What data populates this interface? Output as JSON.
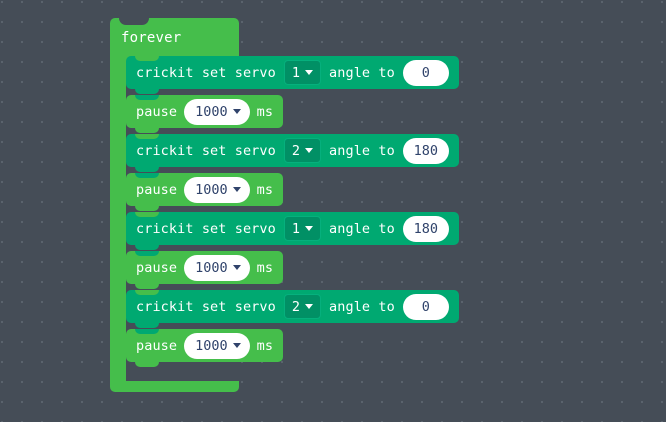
{
  "editor": {
    "name": "makecode-blocks-canvas",
    "background_color": "#454d57",
    "grid_dot_color": "#5c656f"
  },
  "colors": {
    "loop_block": "#45be4b",
    "crickit_block": "#00a971",
    "dropdown_field": "#019065",
    "value_text": "#30436b",
    "label_text": "#ffffff"
  },
  "program": {
    "loop": {
      "label": "forever",
      "statements": [
        {
          "type": "crickit-set-servo",
          "label_prefix": "crickit set servo",
          "servo": "1",
          "label_middle": "angle to",
          "angle": "0",
          "caret_icon": "chevron-down-icon"
        },
        {
          "type": "pause",
          "label_prefix": "pause",
          "duration": "1000",
          "label_suffix": "ms",
          "caret_icon": "chevron-down-icon"
        },
        {
          "type": "crickit-set-servo",
          "label_prefix": "crickit set servo",
          "servo": "2",
          "label_middle": "angle to",
          "angle": "180",
          "caret_icon": "chevron-down-icon"
        },
        {
          "type": "pause",
          "label_prefix": "pause",
          "duration": "1000",
          "label_suffix": "ms",
          "caret_icon": "chevron-down-icon"
        },
        {
          "type": "crickit-set-servo",
          "label_prefix": "crickit set servo",
          "servo": "1",
          "label_middle": "angle to",
          "angle": "180",
          "caret_icon": "chevron-down-icon"
        },
        {
          "type": "pause",
          "label_prefix": "pause",
          "duration": "1000",
          "label_suffix": "ms",
          "caret_icon": "chevron-down-icon"
        },
        {
          "type": "crickit-set-servo",
          "label_prefix": "crickit set servo",
          "servo": "2",
          "label_middle": "angle to",
          "angle": "0",
          "caret_icon": "chevron-down-icon"
        },
        {
          "type": "pause",
          "label_prefix": "pause",
          "duration": "1000",
          "label_suffix": "ms",
          "caret_icon": "chevron-down-icon"
        }
      ]
    }
  }
}
